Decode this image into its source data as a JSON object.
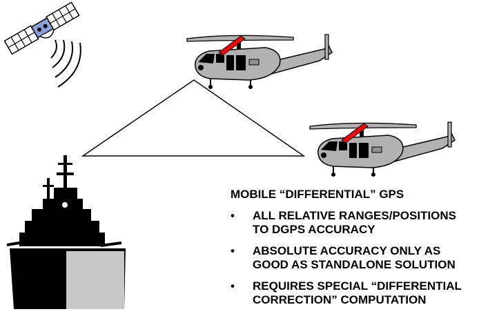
{
  "heading": "MOBILE “DIFFERENTIAL” GPS",
  "bullet_glyph": "•",
  "bullets": [
    {
      "line1": "ALL RELATIVE RANGES/POSITIONS",
      "line2": "TO DGPS ACCURACY"
    },
    {
      "line1": "ABSOLUTE ACCURACY ONLY AS",
      "line2": "GOOD AS STANDALONE SOLUTION"
    },
    {
      "line1": "REQUIRES SPECIAL “DIFFERENTIAL",
      "line2": "CORRECTION” COMPUTATION"
    }
  ],
  "icons": [
    "satellite-icon",
    "helicopter-icon",
    "helicopter-icon",
    "ship-icon"
  ],
  "colors": {
    "outline": "#000000",
    "body_gray": "#b2b2b2",
    "hull_light": "#c8c8c8",
    "rotor_red": "#ff0000",
    "panel_blue": "#8ca0d8"
  }
}
